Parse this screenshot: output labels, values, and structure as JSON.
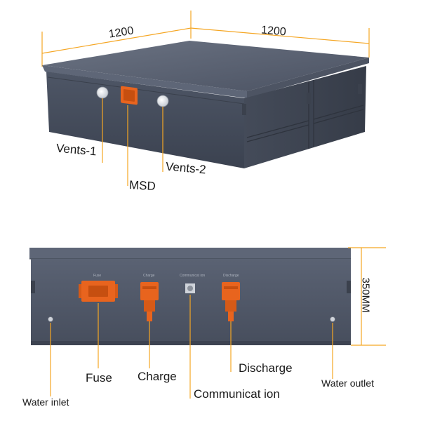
{
  "top_view": {
    "dim_left": "1200",
    "dim_right": "1200",
    "callouts": {
      "vents1": "Vents-1",
      "vents2": "Vents-2",
      "msd": "MSD"
    }
  },
  "front_view": {
    "height_dim": "350MM",
    "panel_labels": {
      "fuse": "Fuse",
      "charge": "Charge",
      "communication": "Communicat ion",
      "discharge": "Discharge"
    },
    "callouts": {
      "water_inlet": "Water inlet",
      "fuse": "Fuse",
      "charge": "Charge",
      "communication": "Communicat ion",
      "discharge": "Discharge",
      "water_outlet": "Water outlet"
    }
  },
  "colors": {
    "accent": "#f5a623",
    "housing": "#4a5261",
    "housing_dark": "#3a4150",
    "lid": "#5a6272",
    "connector": "#e8641e"
  }
}
